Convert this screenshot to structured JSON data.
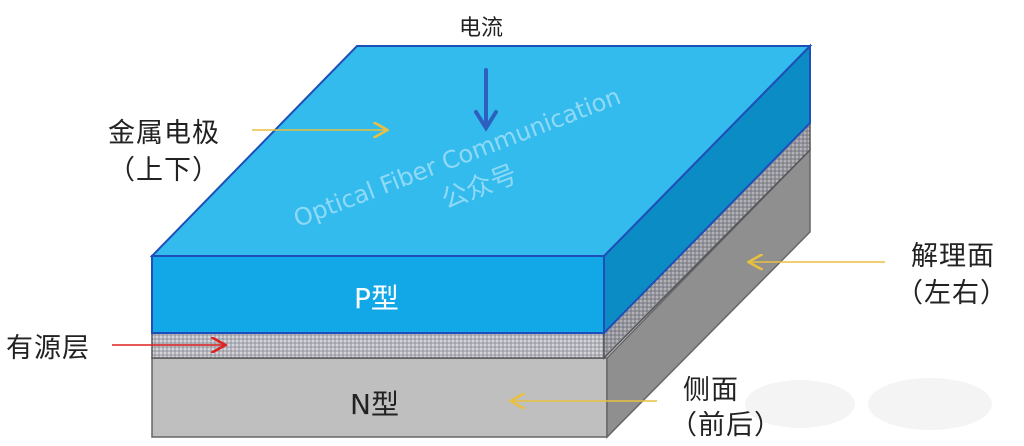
{
  "diagram": {
    "current_label": "电流",
    "metal_electrode_label": "金属电极",
    "metal_electrode_sub": "（上下）",
    "cleaved_face_label": "解理面",
    "cleaved_face_sub": "（左右）",
    "active_layer_label": "有源层",
    "side_face_label": "侧面",
    "side_face_sub": "（前后）",
    "p_layer_label": "P型",
    "n_layer_label": "N型",
    "watermark_line1": "Optical Fiber Communication",
    "watermark_line2": "公众号"
  },
  "colors": {
    "top_face": "#33bbee",
    "top_edge": "#1e4fb8",
    "p_front": "#12a8e8",
    "p_side": "#0b8cc4",
    "active_front": "#b8b8c0",
    "active_side": "#9a9aa2",
    "n_front": "#bfbfbf",
    "n_side": "#8f8f8f",
    "current_arrow": "#2d5fbf",
    "yellow_arrow": "#e8c040",
    "red_arrow": "#dd2222"
  }
}
